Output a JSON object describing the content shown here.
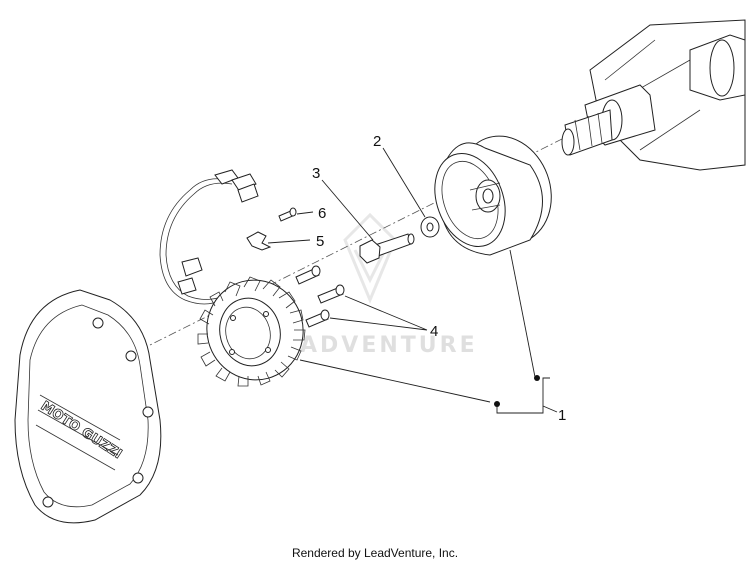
{
  "diagram": {
    "callouts": [
      {
        "id": "1",
        "label": "1"
      },
      {
        "id": "2",
        "label": "2"
      },
      {
        "id": "3",
        "label": "3"
      },
      {
        "id": "4",
        "label": "4"
      },
      {
        "id": "5",
        "label": "5"
      },
      {
        "id": "6",
        "label": "6"
      }
    ],
    "cover_brand_text": "MOTO GUZZI",
    "watermark": "ADVENTURE"
  },
  "footer": {
    "text": "Rendered by LeadVenture, Inc."
  }
}
